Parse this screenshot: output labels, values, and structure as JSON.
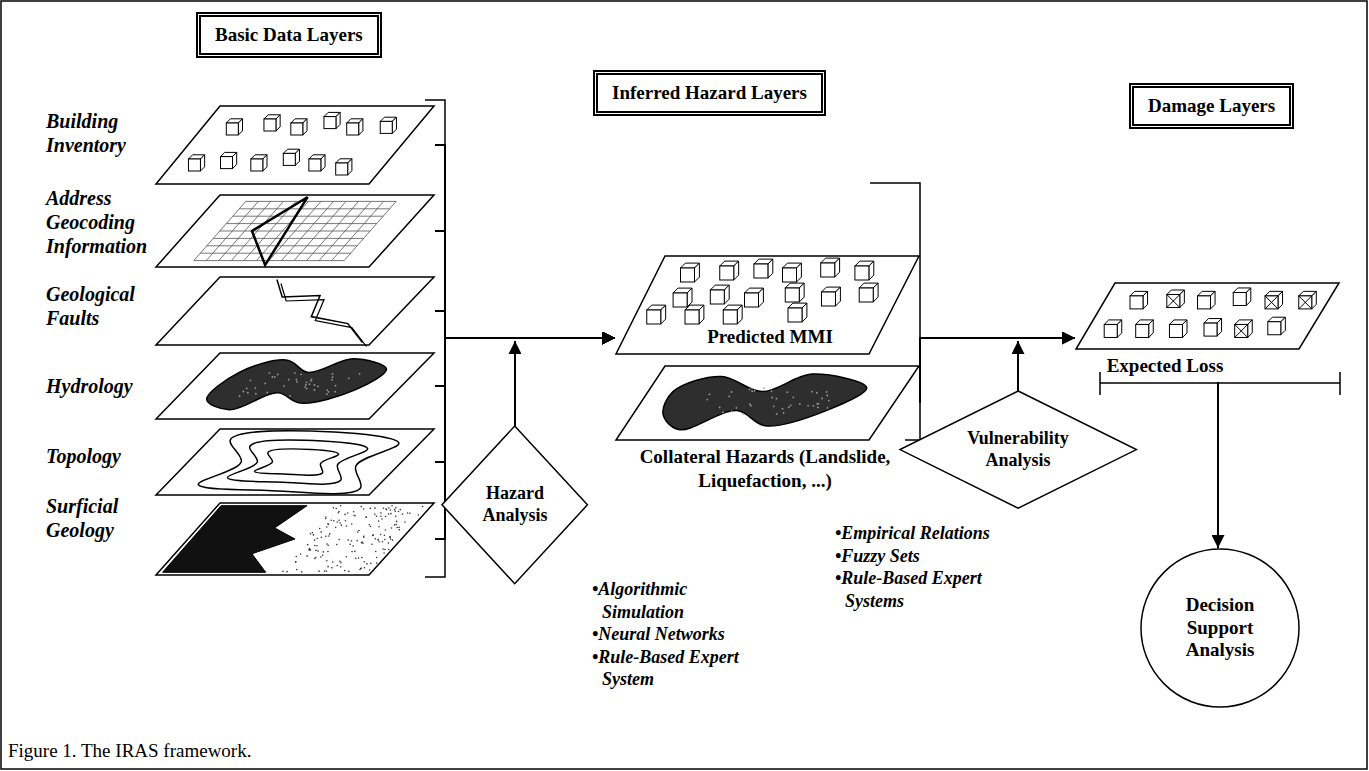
{
  "diagram": {
    "caption": "Figure 1. The IRAS framework.",
    "nodes": [
      {
        "text": [
          "Basic Data Layers"
        ]
      },
      {
        "text": [
          "Building Inventory"
        ]
      },
      {
        "text": [
          "Address Geocoding Information"
        ]
      },
      {
        "text": [
          "Geological Faults"
        ]
      },
      {
        "text": [
          "Hydrology"
        ]
      },
      {
        "text": [
          "Topology"
        ]
      },
      {
        "text": [
          "Surficial Geology"
        ]
      },
      {
        "text": [
          "Inferred Hazard Layers"
        ]
      },
      {
        "text": [
          "Predicted MMI"
        ]
      },
      {
        "text": [
          "Collateral Hazards (Landslide, Liquefaction, ...)"
        ]
      },
      {
        "text": [
          "Hazard Analysis"
        ]
      },
      {
        "text": [
          "Damage Layers"
        ]
      },
      {
        "text": [
          "Expected Loss"
        ]
      },
      {
        "text": [
          "Vulnerability Analysis"
        ]
      },
      {
        "text": [
          "Decision Support Analysis"
        ]
      }
    ],
    "edges": [
      {
        "from": 1,
        "to": 8,
        "arrow": "to"
      },
      {
        "from": 2,
        "to": 8,
        "arrow": "to"
      },
      {
        "from": 3,
        "to": 8,
        "arrow": "to"
      },
      {
        "from": 4,
        "to": 8,
        "arrow": "to"
      },
      {
        "from": 5,
        "to": 8,
        "arrow": "to"
      },
      {
        "from": 6,
        "to": 8,
        "arrow": "to"
      },
      {
        "from": 8,
        "to": 12,
        "arrow": "to"
      },
      {
        "from": 9,
        "to": 12,
        "arrow": "to"
      },
      {
        "from": 12,
        "to": 14,
        "arrow": "to"
      }
    ],
    "labels": [
      "•Algorithmic Simulation",
      "•Neural Networks",
      "•Rule-Based Expert System",
      "•Empirical Relations",
      "•Fuzzy Sets",
      "•Rule-Based Expert Systems"
    ]
  }
}
